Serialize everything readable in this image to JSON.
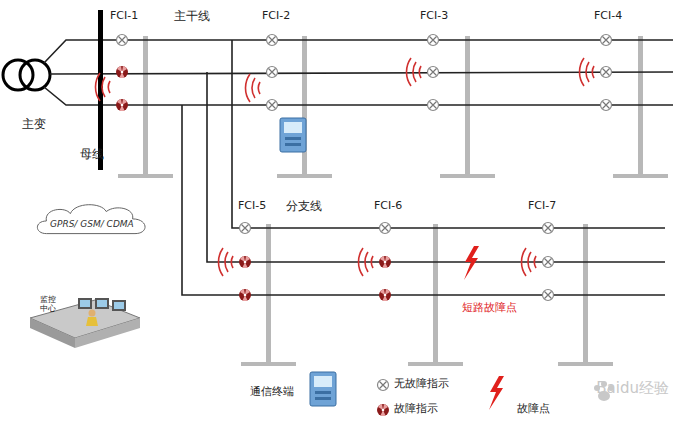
{
  "diagram": {
    "nodes": [
      {
        "text": [
          "GPRS/ GSM/ CDMA"
        ]
      }
    ],
    "labels": [
      "主变",
      "母线",
      "FCI-1",
      "主干线",
      "FCI-2",
      "FCI-3",
      "FCI-4",
      "监控中心",
      "FCI-5",
      "分支线",
      "FCI-6",
      "FCI-7",
      "短路故障点",
      "通信终端",
      "Baidu经验"
    ],
    "legend": [
      {
        "text": "无故障指示"
      },
      {
        "text": "故障指示"
      },
      {
        "text": "故障点"
      }
    ]
  }
}
